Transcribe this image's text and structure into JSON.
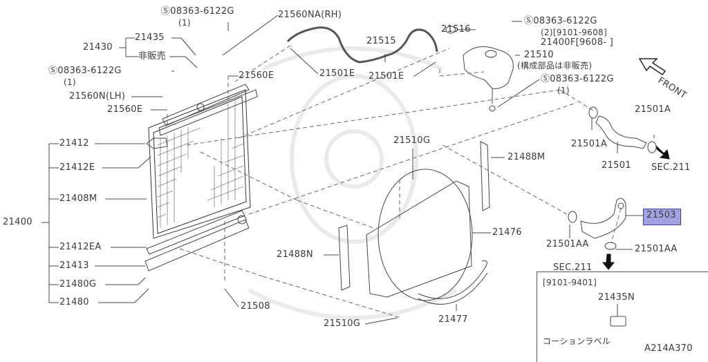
{
  "diagram": {
    "figure_code": "A214A370",
    "front_label": "FRONT",
    "highlight_color": "#5a5ac8",
    "highlighted_part": "21503"
  },
  "labels": {
    "s_bolt_top": "Ⓢ08363-6122G",
    "s_bolt_top_qty": "(1)",
    "p21560NA": "21560NA(RH)",
    "p21435": "21435",
    "p21430": "21430",
    "hihanbai": "非販売",
    "s_bolt_left": "Ⓢ08363-6122G",
    "s_bolt_left_qty": "(1)",
    "p21560E_right": "21560E",
    "p21560N": "21560N(LH)",
    "p21560E_left": "21560E",
    "p21501E_left": "21501E",
    "p21515": "21515",
    "p21501E_right": "21501E",
    "p21516": "21516",
    "s_bolt_tank": "Ⓢ08363-6122G",
    "s_bolt_tank_qty": "(2)[9101-9608]",
    "p21400F": "21400F[9608-      ]",
    "p21510": "21510",
    "p21510_note": "(構成部品は非販売)",
    "s_bolt_right": "Ⓢ08363-6122G",
    "s_bolt_right_qty": "(1)",
    "p21501A_top": "21501A",
    "p21501A_left": "21501A",
    "p21501": "21501",
    "sec211_top": "SEC.211",
    "p21412": "21412",
    "p21412E": "21412E",
    "p21408M": "21408M",
    "p21400": "21400",
    "p21412EA": "21412EA",
    "p21413": "21413",
    "p21480G": "21480G",
    "p21480": "21480",
    "p21510G_top": "21510G",
    "p21488M": "21488M",
    "p21476": "21476",
    "p21488N": "21488N",
    "p21508": "21508",
    "p21510G_bottom": "21510G",
    "p21477": "21477",
    "p21503": "21503",
    "p21501AA_left": "21501AA",
    "p21501AA_right": "21501AA",
    "sec211_bottom": "SEC.211"
  },
  "inset": {
    "date_range": "[9101-9401]",
    "part": "21435N",
    "caption": "コーションラベル",
    "figure_code": "A214A370"
  }
}
